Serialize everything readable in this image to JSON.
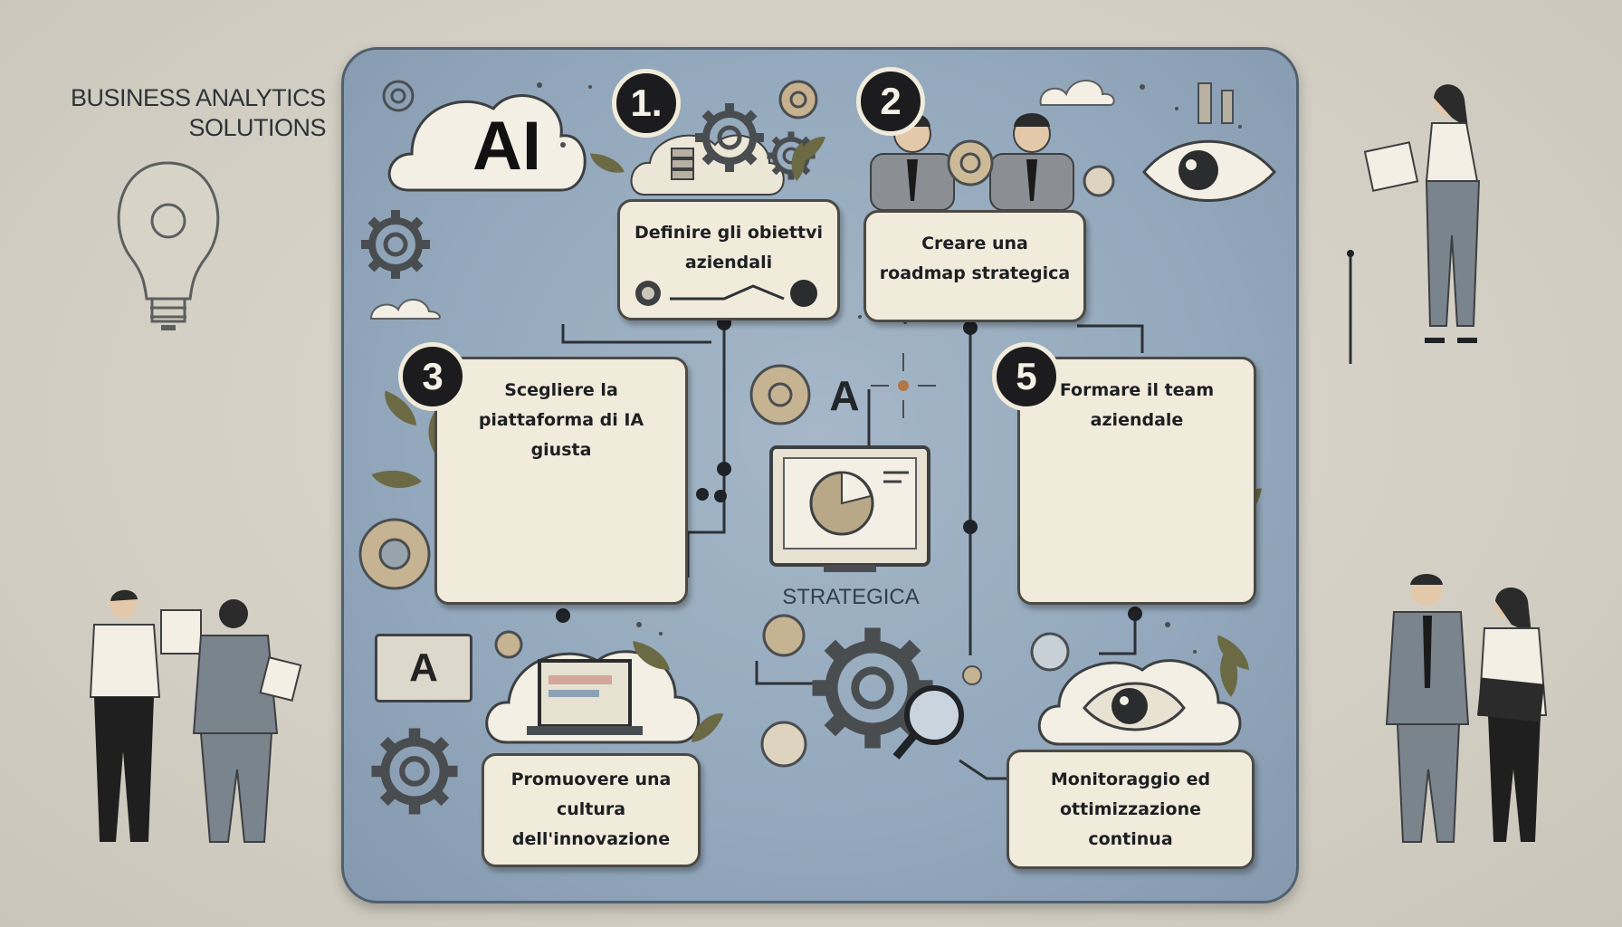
{
  "brand": {
    "line1": "BUSINESS ANALYTICS",
    "line2": "SOLUTIONS"
  },
  "labels": {
    "ai": "AI",
    "center_letter": "A",
    "box_letter": "A",
    "strategica": "STRATEGICA"
  },
  "steps": [
    {
      "number": "1.",
      "title": "Definire gli obiettvi aziendali"
    },
    {
      "number": "2",
      "title": "Creare una roadmap strategica"
    },
    {
      "number": "3",
      "title": "Scegliere la piattaforma di IA giusta"
    },
    {
      "number": "5",
      "title": "Formare il team aziendale"
    },
    {
      "number": "",
      "title": "Promuovere una cultura dell'innovazione"
    },
    {
      "number": "",
      "title": "Monitoraggio ed ottimizzazione continua"
    }
  ],
  "colors": {
    "background": "#d3cfc4",
    "board": "#93a8bc",
    "card": "#f1ebdc",
    "ink": "#1d1f22",
    "accent_bronze": "#b08d6a",
    "accent_olive": "#6b6a44"
  },
  "icons": [
    "lightbulb-icon",
    "gear-icon",
    "cloud-icon",
    "eye-icon",
    "bar-chart-icon",
    "monitor-icon",
    "laptop-icon",
    "magnifier-icon",
    "leaf-icon",
    "person-icon"
  ]
}
